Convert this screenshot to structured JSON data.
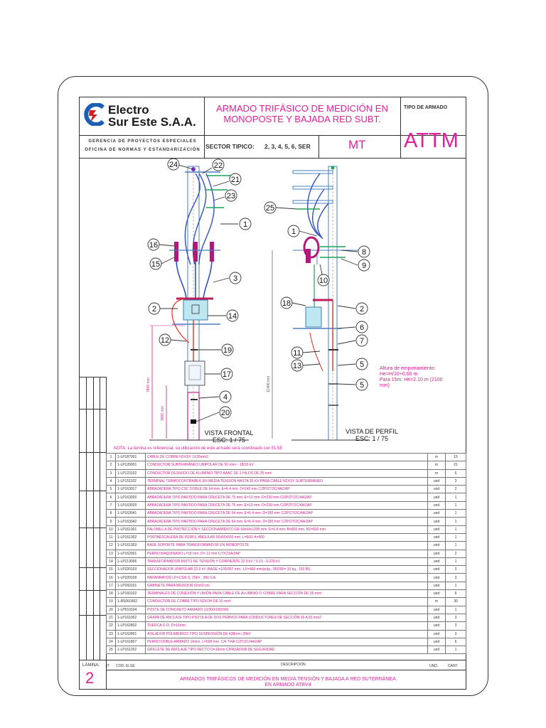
{
  "company": {
    "line1": "Electro",
    "line2": "Sur Este S.A.A."
  },
  "department": {
    "line1": "GERENCIA DE PROYECTOS ESPECIALES",
    "line2": "OFICINA DE NORMAS Y ESTANDARIZACIÓN"
  },
  "title": {
    "line1": "ARMADO TRIFÁSICO DE MEDICIÓN EN",
    "line2": "MONOPOSTE Y BAJADA RED SUBT."
  },
  "armado_type": {
    "label": "TIPO DE ARMADO",
    "code": "ATTM"
  },
  "sector": {
    "label": "SECTOR TIPICO:",
    "value": "2, 3, 4, 5, 6, SER"
  },
  "voltage_class": "MT",
  "views": {
    "front": {
      "name": "VISTA FRONTAL",
      "scale": "ESC: 1 / 75"
    },
    "profile": {
      "name": "VISTA DE PERFIL",
      "scale": "ESC: 1 / 75"
    }
  },
  "embedment_note": {
    "line1": "Altura de empotramiento:",
    "line2": "He=H/10+0,60 m",
    "line3": "Para 15m: He=2.10 m (2100",
    "line4": "mm)"
  },
  "dims": {
    "front_long": "7800 mm",
    "front_short": "3600 mm",
    "profile_long": "11400 mm"
  },
  "callouts_front": [
    "24",
    "22",
    "21",
    "23",
    "1",
    "16",
    "15",
    "3",
    "2",
    "14",
    "12",
    "19",
    "17",
    "4",
    "20"
  ],
  "callouts_profile": [
    "25",
    "1",
    "8",
    "9",
    "10",
    "18",
    "2",
    "6",
    "7",
    "11",
    "13",
    "5",
    "5"
  ],
  "note": "NOTA: La lámina es referencial, su utilización de este armado será coordinado con ELSE",
  "materials": [
    {
      "n": "1",
      "code": "1-LP187001",
      "desc": "CABLE DE COBRE N2XSY 1X35mm2",
      "unit": "m",
      "qty": "15"
    },
    {
      "n": "2",
      "code": "1-LP120001",
      "desc": "CONDUCTOR SUBTERRÁNEO UNIPOLAR DE 50 mm² - 18/30 kV",
      "unit": "m",
      "qty": "21"
    },
    {
      "n": "3",
      "code": "1-LP123102",
      "desc": "CONDUCTOR DESNUDO DE ALUMINIO TIPO AAAC DE 1 HILOS DE 35 mm²",
      "unit": "m",
      "qty": "6"
    },
    {
      "n": "4",
      "code": "1-LP151102",
      "desc": "TERMINAL TERMOCONTRAÍBLE EN MEDIA TENSIÓN HASTA 35 KV PARA CABLE N2XSY SUBTERRÁNEO",
      "unit": "und",
      "qty": "3"
    },
    {
      "n": "5",
      "code": "1-LP163017",
      "desc": "ABRAZADERA TIPO CSC DOBLE DE 64 mm. E=6.4 mm. D=240 mm C/2PGT/2C/4A/2AP",
      "unit": "und",
      "qty": "2"
    },
    {
      "n": "6",
      "code": "1-LP163020",
      "desc": "ABRAZADERA TIPO PARTIDO PARA CRUCETA DE 75 mm. E=10 mm. D=230 mm C/2P/2T/2C/4A/2AP",
      "unit": "und",
      "qty": "1"
    },
    {
      "n": "7",
      "code": "1-LP163029",
      "desc": "ABRAZADERA TIPO PARTIDO PARA CRUCETA DE 75 mm. E=10 mm. D=230 mm C/2P/2T/2C/4A/2AP",
      "unit": "und",
      "qty": "1"
    },
    {
      "n": "8",
      "code": "1-LP163041",
      "desc": "ABRAZADERA TIPO PARTIDO PARA CRUCETA DE 64 mm. E=6.4 mm. D=180 mm C/2P/2T/2C/4A/2AP",
      "unit": "und",
      "qty": "1"
    },
    {
      "n": "9",
      "code": "1-LP163042",
      "desc": "ABRAZADERA TIPO PARTIDO PARA CRUCETA DE 64 mm. E=6.4 mm. D=180 mm C/2P/2T/2C/4A/2AP",
      "unit": "und",
      "qty": "1"
    },
    {
      "n": "10",
      "code": "1-LP161301",
      "desc": "PALOMILLA DE PROTECCIÓN Y SECCIONAMIENTO DE 64x64x1200 mm. E=6.4 mm. B=800 mm. B2=600 mm.",
      "unit": "und",
      "qty": "1"
    },
    {
      "n": "11",
      "code": "1-LP161302",
      "desc": "PORTAESCALERA DE PERFIL ANGULAR 50x50x500 mm. L=600. A=500",
      "unit": "und",
      "qty": "1"
    },
    {
      "n": "12",
      "code": "1-LP161303",
      "desc": "BASE SOPORTE PARA TRANSFORMADOR EN MONOPOSTE",
      "unit": "und",
      "qty": "1"
    },
    {
      "n": "13",
      "code": "1-LP162001",
      "desc": "PERNO MAQUINADO L=18 mm. D= 13 mm C/T/C/3A/2AP",
      "unit": "und",
      "qty": "2"
    },
    {
      "n": "14",
      "code": "1-LP213006",
      "desc": "TRANSFORMADOR MIXTO DE TENSIÓN Y CORRIENTE 22.9 kV / 0.10 - 0.220 kV",
      "unit": "und",
      "qty": "1"
    },
    {
      "n": "15",
      "code": "1-LP220103",
      "desc": "SECCIONADOR UNIPOLAR 22.9 kV (BASE =100/997 mm.; LF=460 mm/pulg., 95/200= 10 kg., 150 BIL",
      "unit": "und",
      "qty": "3"
    },
    {
      "n": "16",
      "code": "1-LP220109",
      "desc": "PARARRAYOS LP=1326 S, 25kV , 380 S A",
      "unit": "und",
      "qty": "3"
    },
    {
      "n": "17",
      "code": "1-LP260101",
      "desc": "GABINETE PARA MEDIDOR 60x60 cm.",
      "unit": "und",
      "qty": "1"
    },
    {
      "n": "18",
      "code": "1-LP160102",
      "desc": "TERMINALES DE CONEXIÓN Y UNIÓN PARA CABLE DE ALUMINIO O COBRE PARA SECCIÓN DE 35 mm²",
      "unit": "und",
      "qty": "6"
    },
    {
      "n": "19",
      "code": "1-RS060302",
      "desc": "CONDUCTOR DE COBRE TIPO N2XOH DE 16 mm²",
      "unit": "m",
      "qty": "30"
    },
    {
      "n": "20",
      "code": "1-LP510104",
      "desc": "POSTE DE CONCRETO ARMADO 13/300/180/390",
      "unit": "und",
      "qty": "1"
    },
    {
      "n": "21",
      "code": "1-LP161002",
      "desc": "GRAPA DE ANCLAJE TIPO PISTOLA DE DOS PERNOS PARA CONDUCTORES DE SECCIÓN 16 A 50 mm2",
      "unit": "und",
      "qty": "3"
    },
    {
      "n": "22",
      "code": "1-LP162802",
      "desc": "TUERCA O.O. D=16mm",
      "unit": "und",
      "qty": "3"
    },
    {
      "n": "23",
      "code": "1-LP162801",
      "desc": "AISLADOR POLIMÉRICO TIPO SUSPENSIÓN DE 438mm; 28kV",
      "unit": "und",
      "qty": "3"
    },
    {
      "n": "24",
      "code": "1-LP161807",
      "desc": "PERNO DOBLE ARMADO 16mm. L=508 mm. C/4 T/4A C/2T/2C/4A/2AP",
      "unit": "und",
      "qty": "6"
    },
    {
      "n": "25",
      "code": "1-LP161202",
      "desc": "GRILLETE DE ANCLAJE TIPO RECTO D=16mm C/PASADOR DE SEGURIDAD",
      "unit": "und",
      "qty": "1"
    }
  ],
  "table_footer": {
    "item": "IT",
    "code": "COD. ELSE",
    "desc": "DESCRIPCIÓN",
    "unit": "UND.",
    "qty": "CANT."
  },
  "sheet": {
    "label": "LÁMINA:",
    "number": "2"
  },
  "footer_title": {
    "line1": "ARMADOS TRIFÁSICOS DE MEDICIÓN EN MEDIA TENSIÓN Y BAJADA A RED SUTERRÁNEA",
    "line2": "EN ARMADO ATBV4"
  },
  "colors": {
    "accent": "#e0209a",
    "logo_blue": "#1a5fb4",
    "logo_red": "#d42020",
    "line": "#333333",
    "green": "#1ca35a"
  }
}
